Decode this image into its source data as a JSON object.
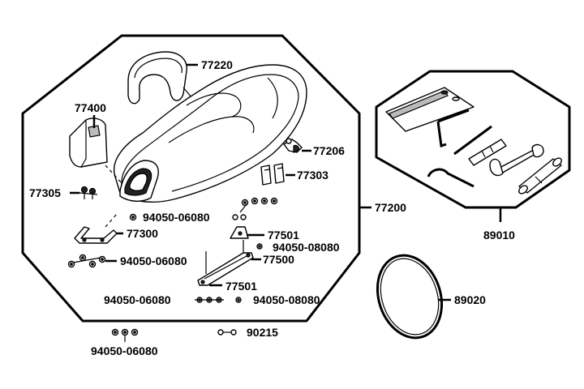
{
  "parts": {
    "p77220": "77220",
    "p77400": "77400",
    "p77206": "77206",
    "p77303": "77303",
    "p77305": "77305",
    "p77200": "77200",
    "p94050_06080_a": "94050-06080",
    "p77300": "77300",
    "p77501_a": "77501",
    "p94050_08080_a": "94050-08080",
    "p94050_06080_b": "94050-06080",
    "p77500": "77500",
    "p77501_b": "77501",
    "p94050_06080_c": "94050-06080",
    "p94050_08080_b": "94050-08080",
    "p90215": "90215",
    "p94050_06080_d": "94050-06080",
    "p89010": "89010",
    "p89020": "89020"
  }
}
